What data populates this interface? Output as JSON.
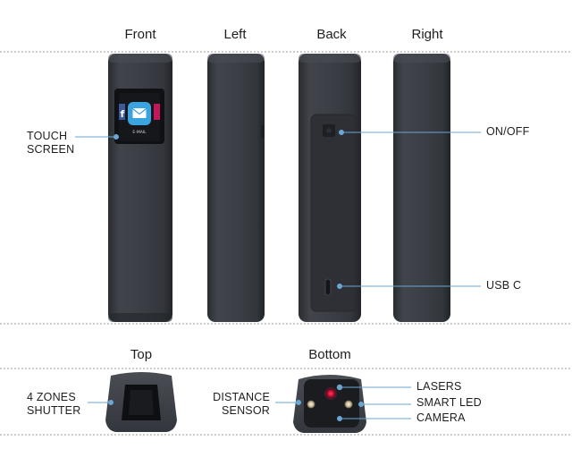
{
  "view_labels": {
    "front": "Front",
    "left": "Left",
    "back": "Back",
    "right": "Right",
    "top": "Top",
    "bottom": "Bottom"
  },
  "callouts": {
    "touch_screen": [
      "TOUCH",
      "SCREEN"
    ],
    "on_off": "ON/OFF",
    "usb_c": "USB C",
    "zones_shutter": [
      "4 ZONES",
      "SHUTTER"
    ],
    "distance_sensor": [
      "DISTANCE",
      "SENSOR"
    ],
    "lasers": "LASERS",
    "smart_led": "SMART LED",
    "camera": "CAMERA"
  },
  "screen": {
    "app_label": "E-MAIL"
  },
  "colors": {
    "device_body": "#3a3d44",
    "device_edge": "#23252a",
    "leader_line": "#6aa6d6",
    "separator": "#9a9a9a",
    "email_icon": "#3aa3e0",
    "laser": "#e0143c"
  },
  "icons": {
    "screen_app": "envelope-icon"
  }
}
